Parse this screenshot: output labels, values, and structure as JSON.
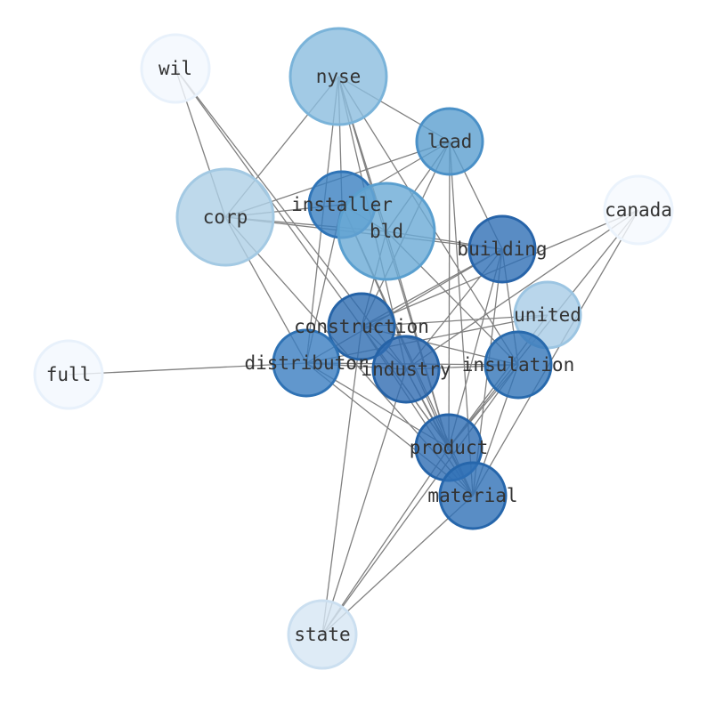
{
  "nodes": [
    {
      "id": "nyse",
      "label": "nyse",
      "fill": "#8bbddf",
      "stroke": "#7ab3d9",
      "shade": 0.45
    },
    {
      "id": "wil",
      "label": "wil",
      "fill": "#f3f8fe",
      "stroke": "#e8f1fb",
      "shade": 0.02
    },
    {
      "id": "lead",
      "label": "lead",
      "fill": "#5b9fd0",
      "stroke": "#4a90c7",
      "shade": 0.6
    },
    {
      "id": "corp",
      "label": "corp",
      "fill": "#aecfe6",
      "stroke": "#a3c9e3",
      "shade": 0.35
    },
    {
      "id": "installer",
      "label": "installer",
      "fill": "#3a7fc1",
      "stroke": "#2f74b7",
      "shade": 0.78
    },
    {
      "id": "bld",
      "label": "bld",
      "fill": "#6aaad6",
      "stroke": "#5a9fcf",
      "shade": 0.55
    },
    {
      "id": "canada",
      "label": "canada",
      "fill": "#f5f9fe",
      "stroke": "#ebf3fc",
      "shade": 0.02
    },
    {
      "id": "building",
      "label": "building",
      "fill": "#2f6fb5",
      "stroke": "#2764a9",
      "shade": 0.85
    },
    {
      "id": "united",
      "label": "united",
      "fill": "#a8cce6",
      "stroke": "#9cc5e2",
      "shade": 0.35
    },
    {
      "id": "construction",
      "label": "construction",
      "fill": "#2e6db2",
      "stroke": "#2563a7",
      "shade": 0.88
    },
    {
      "id": "full",
      "label": "full",
      "fill": "#f3f8fe",
      "stroke": "#e8f1fb",
      "shade": 0.02
    },
    {
      "id": "distributor",
      "label": "distributor",
      "fill": "#3a7dc0",
      "stroke": "#2f72b4",
      "shade": 0.8
    },
    {
      "id": "industry",
      "label": "industry",
      "fill": "#2f6cb2",
      "stroke": "#2562a6",
      "shade": 0.86
    },
    {
      "id": "insulation",
      "label": "insulation",
      "fill": "#3274b8",
      "stroke": "#286aad",
      "shade": 0.83
    },
    {
      "id": "product",
      "label": "product",
      "fill": "#2e6db3",
      "stroke": "#2463a8",
      "shade": 0.87
    },
    {
      "id": "material",
      "label": "material",
      "fill": "#3070b6",
      "stroke": "#2666ab",
      "shade": 0.84
    },
    {
      "id": "state",
      "label": "state",
      "fill": "#d6e6f4",
      "stroke": "#cbdff0",
      "shade": 0.15
    }
  ],
  "edges": [
    [
      "nyse",
      "lead"
    ],
    [
      "nyse",
      "corp"
    ],
    [
      "nyse",
      "installer"
    ],
    [
      "nyse",
      "bld"
    ],
    [
      "nyse",
      "distributor"
    ],
    [
      "nyse",
      "industry"
    ],
    [
      "nyse",
      "insulation"
    ],
    [
      "nyse",
      "product"
    ],
    [
      "wil",
      "corp"
    ],
    [
      "wil",
      "industry"
    ],
    [
      "wil",
      "product"
    ],
    [
      "lead",
      "corp"
    ],
    [
      "lead",
      "installer"
    ],
    [
      "lead",
      "bld"
    ],
    [
      "lead",
      "building"
    ],
    [
      "lead",
      "construction"
    ],
    [
      "lead",
      "product"
    ],
    [
      "lead",
      "material"
    ],
    [
      "corp",
      "installer"
    ],
    [
      "corp",
      "bld"
    ],
    [
      "corp",
      "building"
    ],
    [
      "corp",
      "distributor"
    ],
    [
      "corp",
      "material"
    ],
    [
      "installer",
      "bld"
    ],
    [
      "installer",
      "distributor"
    ],
    [
      "installer",
      "product"
    ],
    [
      "installer",
      "material"
    ],
    [
      "bld",
      "building"
    ],
    [
      "bld",
      "construction"
    ],
    [
      "bld",
      "insulation"
    ],
    [
      "bld",
      "product"
    ],
    [
      "canada",
      "construction"
    ],
    [
      "canada",
      "industry"
    ],
    [
      "canada",
      "product"
    ],
    [
      "canada",
      "material"
    ],
    [
      "building",
      "construction"
    ],
    [
      "building",
      "distributor"
    ],
    [
      "building",
      "industry"
    ],
    [
      "building",
      "insulation"
    ],
    [
      "building",
      "product"
    ],
    [
      "building",
      "material"
    ],
    [
      "united",
      "construction"
    ],
    [
      "united",
      "distributor"
    ],
    [
      "united",
      "product"
    ],
    [
      "construction",
      "industry"
    ],
    [
      "construction",
      "insulation"
    ],
    [
      "construction",
      "product"
    ],
    [
      "construction",
      "material"
    ],
    [
      "construction",
      "state"
    ],
    [
      "full",
      "distributor"
    ],
    [
      "distributor",
      "industry"
    ],
    [
      "distributor",
      "insulation"
    ],
    [
      "distributor",
      "product"
    ],
    [
      "distributor",
      "material"
    ],
    [
      "industry",
      "insulation"
    ],
    [
      "industry",
      "product"
    ],
    [
      "industry",
      "material"
    ],
    [
      "industry",
      "state"
    ],
    [
      "insulation",
      "product"
    ],
    [
      "insulation",
      "material"
    ],
    [
      "insulation",
      "state"
    ],
    [
      "product",
      "material"
    ],
    [
      "product",
      "state"
    ],
    [
      "material",
      "state"
    ]
  ]
}
